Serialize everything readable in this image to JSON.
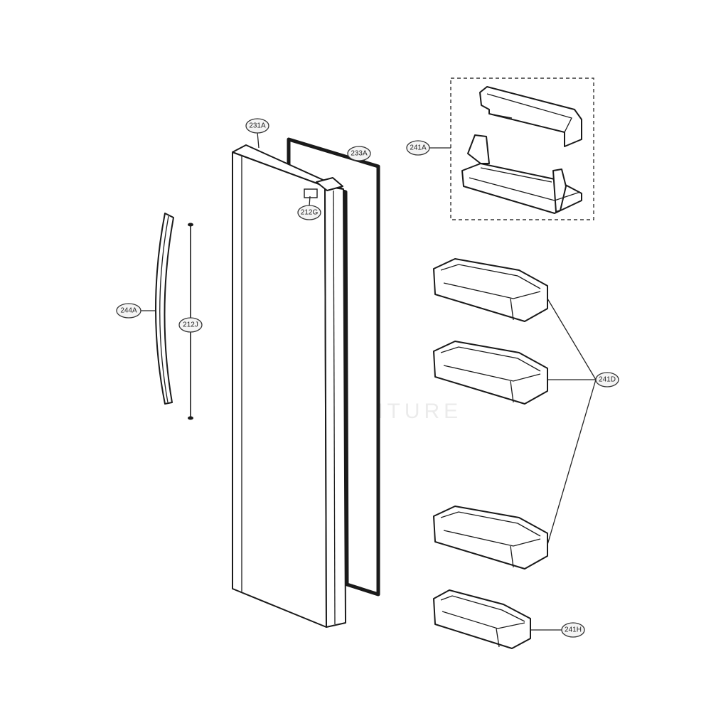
{
  "callouts": {
    "door": "231A",
    "gasket": "233A",
    "sticker": "212G",
    "handle": "244A",
    "screw": "212J",
    "bin_assembly": "241A",
    "door_bins": "241D",
    "small_bin": "241H"
  },
  "colors": {
    "line": "#1a1a1a",
    "bubble_fill": "#f4f4f4",
    "dashed_box": "#333333"
  }
}
